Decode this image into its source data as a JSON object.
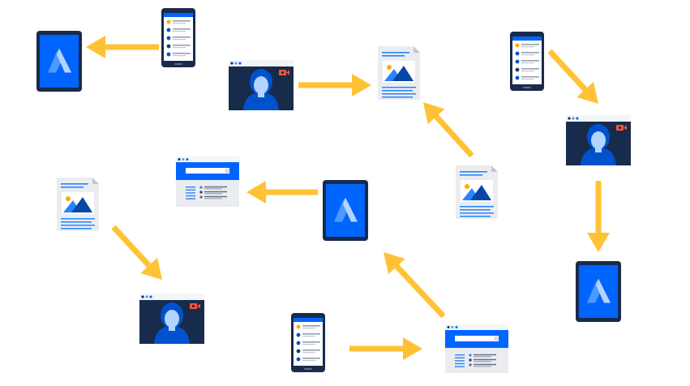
{
  "diagram": {
    "description_visible_text": "",
    "colors": {
      "arrow": "#FFC234",
      "device_dark": "#1A2A4C",
      "screen_blue": "#0065FF",
      "screen_blue_light": "#2684FF",
      "video_bg": "#172B4D",
      "person": "#0052CC",
      "face": "#B3D4FF",
      "doc_paper": "#EBECF0",
      "doc_lines": "#2684FF",
      "record_red": "#FF5630",
      "sun": "#FFAB00",
      "mountain": "#0747A6"
    },
    "node_types": [
      "tablet",
      "phone",
      "video-window",
      "document",
      "browser-window"
    ],
    "nodes": [
      {
        "id": "tablet-top-left",
        "type": "tablet"
      },
      {
        "id": "phone-top-center",
        "type": "phone"
      },
      {
        "id": "video-top-center",
        "type": "video-window"
      },
      {
        "id": "document-top-center",
        "type": "document"
      },
      {
        "id": "phone-top-right",
        "type": "phone"
      },
      {
        "id": "video-right",
        "type": "video-window"
      },
      {
        "id": "tablet-bottom-right",
        "type": "tablet"
      },
      {
        "id": "browser-middle-left",
        "type": "browser-window"
      },
      {
        "id": "tablet-center",
        "type": "tablet"
      },
      {
        "id": "document-center-right",
        "type": "document"
      },
      {
        "id": "document-left",
        "type": "document"
      },
      {
        "id": "video-bottom-left",
        "type": "video-window"
      },
      {
        "id": "phone-bottom-center",
        "type": "phone"
      },
      {
        "id": "browser-bottom-right",
        "type": "browser-window"
      }
    ],
    "edges": [
      {
        "from": "phone-top-center",
        "to": "tablet-top-left"
      },
      {
        "from": "video-top-center",
        "to": "document-top-center"
      },
      {
        "from": "phone-top-right",
        "to": "video-right"
      },
      {
        "from": "video-right",
        "to": "tablet-bottom-right"
      },
      {
        "from": "document-center-right",
        "to": "document-top-center"
      },
      {
        "from": "tablet-center",
        "to": "browser-middle-left"
      },
      {
        "from": "document-left",
        "to": "video-bottom-left"
      },
      {
        "from": "phone-bottom-center",
        "to": "browser-bottom-right"
      },
      {
        "from": "browser-bottom-right",
        "to": "tablet-center"
      }
    ]
  }
}
